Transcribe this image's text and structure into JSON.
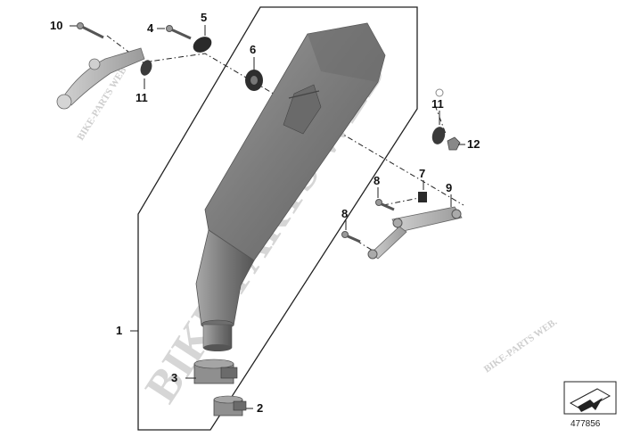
{
  "callouts": {
    "c1": "1",
    "c2": "2",
    "c3": "3",
    "c4": "4",
    "c5": "5",
    "c6": "6",
    "c7": "7",
    "c8a": "8",
    "c8b": "8",
    "c9": "9",
    "c10": "10",
    "c11a": "11",
    "c11b": "11",
    "c12": "12"
  },
  "watermark": {
    "large": "BIKE-PARTS WEB",
    "small_left": "BIKE-PARTS WEB",
    "small_right": "BIKE-PARTS WEB."
  },
  "reference_number": "477856",
  "colors": {
    "part_fill": "#8c8c8c",
    "part_dark": "#5e5e5e",
    "part_light": "#b5b5b5",
    "line": "#222222"
  },
  "icons": [
    "arrow-sheet-icon"
  ]
}
